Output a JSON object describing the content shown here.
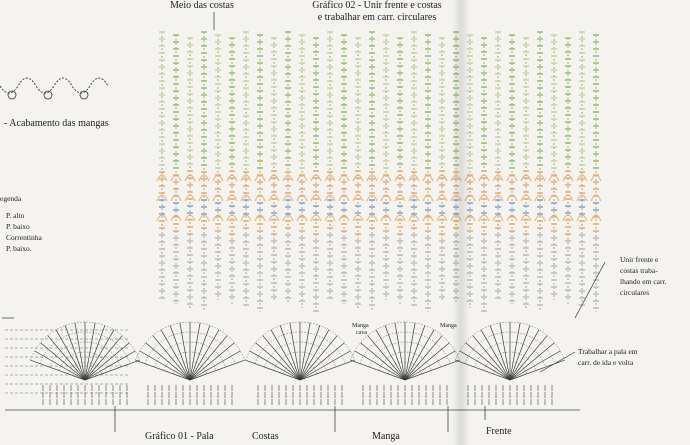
{
  "labels": {
    "meio_costas": "Meio das costas",
    "grafico02_l1": "Gráfico 02 - Unir frente e costas",
    "grafico02_l2": "e trabalhar em carr. circulares",
    "acabamento": "- Acabamento das mangas",
    "legenda_title": "egenda",
    "unir_l1": "Unir frente e",
    "unir_l2": "costas traba-",
    "unir_l3": "lhando em carr.",
    "unir_l4": "circulares",
    "trabalhar_l1": "Trabalhar a pala em",
    "trabalhar_l2": "carr. de ida e volta",
    "manga_cava_1": "Manga",
    "manga_cava_2": "cava",
    "manga_small": "Manga",
    "grafico01": "Gráfico 01 -  Pala",
    "costas": "Costas",
    "manga": "Manga",
    "frente": "Frente"
  },
  "legend": [
    {
      "label": "P. alto"
    },
    {
      "label": "P. baixo"
    },
    {
      "label": "Correntinha"
    },
    {
      "label": "P. baixo."
    }
  ],
  "colors": {
    "background": "#f4f3ef",
    "ink": "#2a2a2a",
    "green_light": "#c7dc9c",
    "green_mid": "#9cc46a",
    "orange": "#e8b070",
    "blue": "#8fa6cc",
    "pink": "#d9a3a8"
  }
}
